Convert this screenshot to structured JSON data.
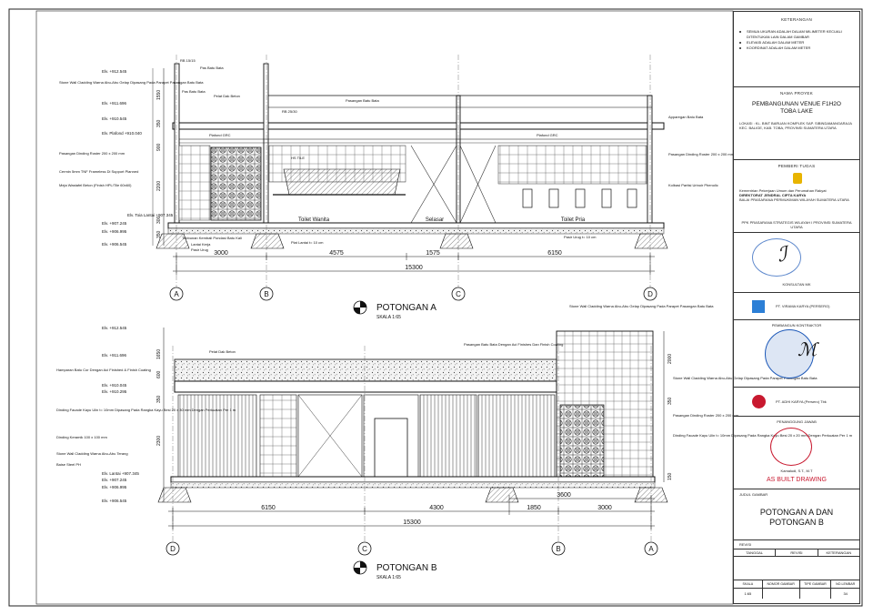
{
  "section_a": {
    "title": "POTONGAN A",
    "scale": "SKALA 1:65",
    "grid_labels": [
      "A",
      "B",
      "C",
      "D"
    ],
    "dims": [
      "3000",
      "4575",
      "1575",
      "6150"
    ],
    "total": "15300",
    "rooms": [
      "Toilet Wanita",
      "Selasar",
      "Toilet Pria"
    ],
    "levels": [
      "Elv. +912.545",
      "Elv. +911.696",
      "Elv. +910.545",
      "Elv. Plafond +910.040",
      "Elv. Toia Lantai +907.345",
      "Elv. +907.245",
      "Elv. +906.995",
      "Elv. +906.545"
    ],
    "left_notes": [
      "Stone Wall Cladding Warna Abu-Abu Gelap Dipasang Pada Parapet Pasangan Batu Bata",
      "Pasangan Dinding Roster 200 x 200 mm",
      "Cermin 5mm TNF Frameless Di Support Planned",
      "Meja Wastafel Beton (Finish HPL/Tile 60x60)"
    ],
    "top_notes": [
      "RB 15/15",
      "Pas Batu Bata",
      "Pas Batu Bata",
      "Pelat Dak Beton",
      "RB 25/30",
      "Plafond GRC",
      "HS TILE",
      "Plafond GRC",
      "Pasangan Batu Bata",
      "Apparegan Batu Bata",
      "Pasangan Dinding Roster 200 x 200 mm",
      "Kolbasi Partisi Urinoir Phenolic"
    ],
    "bottom_notes": [
      "Timbunan Kembali Pondasi Batu Kali",
      "Lantai Kerja",
      "Pasir Urug",
      "Plat Lantai t= 10 cm",
      "Pasir Urug t= 10 cm"
    ],
    "dim_vertical": [
      "1550",
      "350",
      "900",
      "2200",
      "300",
      "350"
    ]
  },
  "section_b": {
    "title": "POTONGAN B",
    "scale": "SKALA 1:65",
    "grid_labels": [
      "D",
      "C",
      "B",
      "A"
    ],
    "dims": [
      "6150",
      "4300",
      "1850",
      "3000"
    ],
    "total": "15300",
    "sub_dim": "3600",
    "levels": [
      "Elv. +912.545",
      "Elv. +911.696",
      "Elv. +910.045",
      "Elv. +910.295",
      "Elv. Lantai +907.345",
      "Elv. +907.245",
      "Elv. +906.995",
      "Elv. +906.545"
    ],
    "left_notes": [
      "Pelat Dak Beton",
      "Hamparan Batu Cor Dengan Aci Finished & Finish Coating",
      "Dinding Facade Kayu Ulin t= 10mm Dipasang Pada Rangka Kayu Besi 20 x 30 mm Dengan Perkuatan Per 1 m",
      "Dinding Keramik 100 x 100 mm",
      "Stone Wall Cladding Warna Abu-Abu Terang",
      "Baise Steel PH"
    ],
    "right_notes": [
      "Stone Wall Cladding Warna Abu-Abu Gelap Dipasang Pada Parapet Pasangan Batu Bata",
      "Pasangan Batu Bata Dengan Aci Finishes Dan Finish Coating",
      "Stone Wall Cladding Warna Abu-Abu Gelap Dipasang Pada Parapet Pasangan Batu Bata",
      "Pasangan Dinding Roster 200 x 200 mm",
      "Dinding Facade Kayu Ulin t= 10mm Dipasang Pada Rangka Kayu Besi 20 x 20 mm Dengan Perkuatan Per 1 m"
    ],
    "dim_vertical": [
      "2000",
      "350",
      "2300",
      "150",
      "350",
      "600",
      "1650"
    ]
  },
  "title_block": {
    "keterangan_label": "KETERANGAN",
    "notes": [
      "SEMUA UKURAN ADALAH DALAM MILIMETER KECUALI DITENTUKAN LAIN DALAM GAMBAR",
      "ELEVASI ADALAH DALAM METER",
      "KOORDINAT ADALAH DALAM METER"
    ],
    "nama_proyek_label": "NAMA PROYEK",
    "project_name": "PEMBANGUNAN VENUE F1H2O TOBA LAKE",
    "lokasi": "LOKASI : KL. BINT BARUAN KOMPLEK SAP. SIBINDAMANGARAJA KEC. BALIGE, KAB. TOBA, PROVINSI SUMATERA UTARA",
    "pemberi_tugas_label": "PEMBERI TUGAS",
    "owner_lines": [
      "Kementrian Pekerjaan Umum dan Perumahan Rakyat",
      "DIREKTORAT JENDRAL CIPTA KARYA",
      "BALAI PRASARANA PERMUKIMAN WILAYAH SUMATERA UTARA"
    ],
    "ppk_label": "PPK PRASARANA STRATEGIS WILAYAH I PROVINSI SUMATERA UTARA",
    "konsultan_label": "KONSULTAN MK",
    "konsultan_name": "PT. VIRAMA KARYA (PERSERO)",
    "pembangun_label": "PEMBANGUN KONTRAKTOR",
    "pembangun_name": "PT. ADHI KARYA (Persero) Tbk",
    "penanggung_label": "PENANGGUNG JAWAB",
    "person_name": "Kamaludi, S.T., M.T",
    "as_built": "AS BUILT DRAWING",
    "judul_label": "JUDUL GAMBAR",
    "drawing_title": "POTONGAN A DAN POTONGAN B",
    "revisi_label": "REVISI",
    "rev_headers": [
      "TANGGAL",
      "REVISI",
      "KETERANGAN"
    ],
    "bottom_headers": [
      "SKALA",
      "NOMOR GAMBAR",
      "TIPE GAMBAR",
      "NO.LEMBAR"
    ],
    "bottom_values": [
      "1:65",
      "",
      "",
      "34"
    ],
    "colors": {
      "stamp_blue": "#1c58b8",
      "stamp_red": "#c8192f",
      "ink": "#111111",
      "pu_yellow": "#e8b400"
    }
  }
}
